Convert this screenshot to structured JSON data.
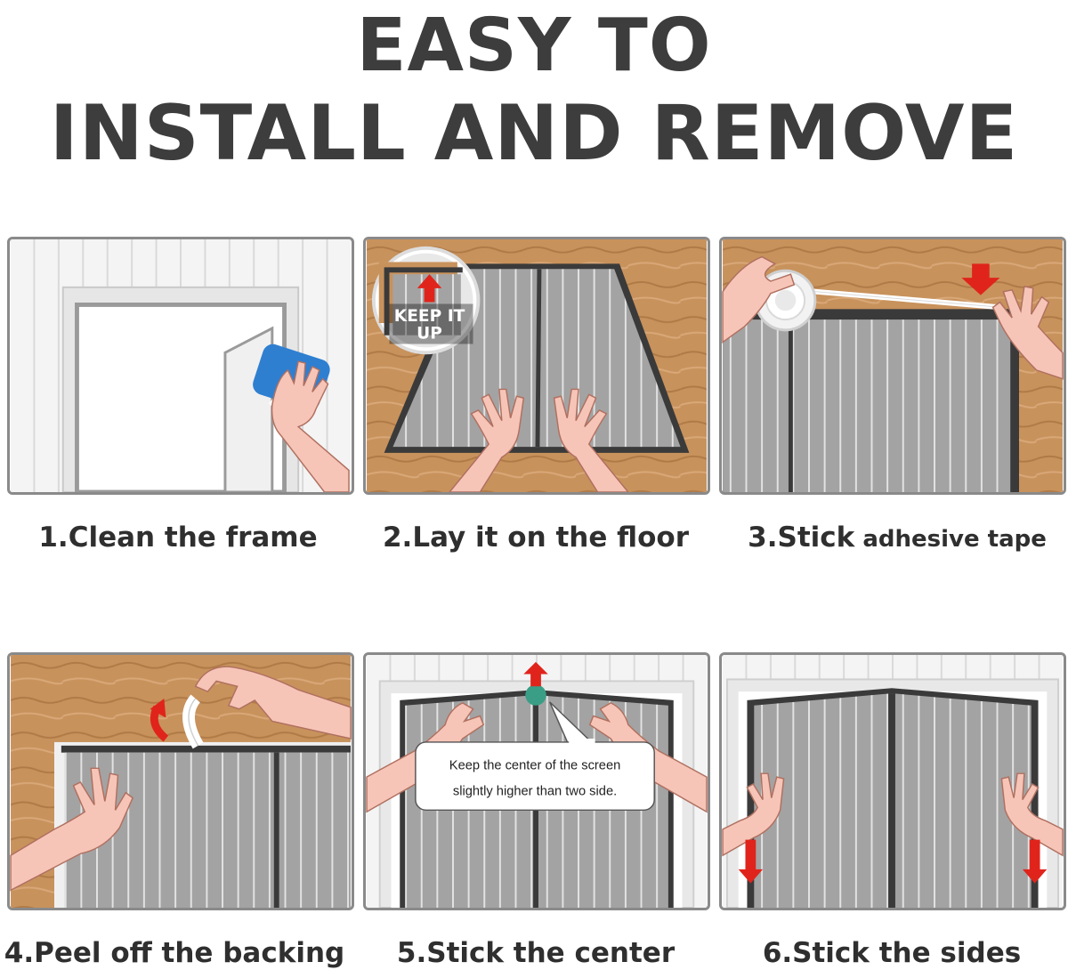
{
  "title": {
    "line1": "EASY TO",
    "line2": "INSTALL AND REMOVE"
  },
  "steps": [
    {
      "caption": "1.Clean the frame"
    },
    {
      "caption": "2.Lay it on the floor",
      "badge_line1": "KEEP IT",
      "badge_line2": "UP"
    },
    {
      "caption_main": "3.Stick",
      "caption_small": " adhesive tape"
    },
    {
      "caption": "4.Peel off the backing"
    },
    {
      "caption": "5.Stick the center",
      "callout_line1": "Keep the center of the screen",
      "callout_line2": "slightly higher than two side."
    },
    {
      "caption": "6.Stick the sides"
    }
  ],
  "colors": {
    "title": "#3d3d3d",
    "wood": "#c8925c",
    "screen": "#9b9b9b",
    "frame_dark": "#3a3a3a",
    "skin": "#f6c5b8",
    "arrow_red": "#e0241b",
    "sponge_blue": "#2f7fd1"
  }
}
